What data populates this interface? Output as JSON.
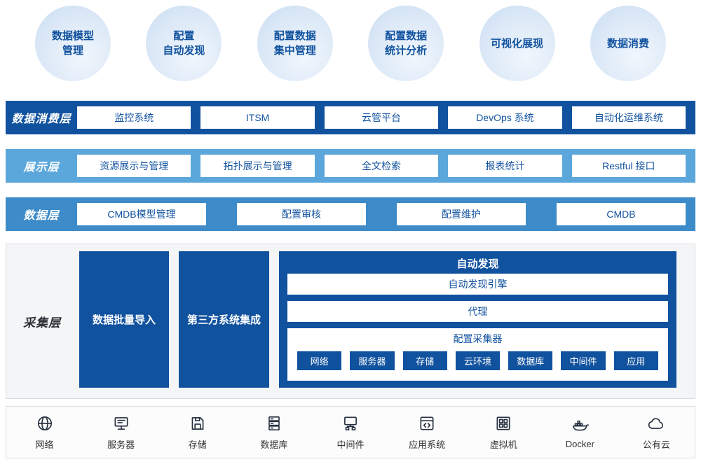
{
  "colors": {
    "dark_blue": "#11529F",
    "light_blue": "#5BA7DB",
    "mid_blue": "#3D8BC8",
    "panel_bg": "#F4F5F7",
    "panel_border": "#D8DBE0",
    "bubble_fill": "#D6E5F6",
    "bubble_text": "#11529F",
    "icon_color": "#252F3E"
  },
  "bubbles": [
    {
      "line1": "数据模型",
      "line2": "管理"
    },
    {
      "line1": "配置",
      "line2": "自动发现"
    },
    {
      "line1": "配置数据",
      "line2": "集中管理"
    },
    {
      "line1": "配置数据",
      "line2": "统计分析"
    },
    {
      "line1": "可视化展现",
      "line2": ""
    },
    {
      "line1": "数据消费",
      "line2": ""
    }
  ],
  "layers": [
    {
      "name": "数据消费层",
      "items": [
        "监控系统",
        "ITSM",
        "云管平台",
        "DevOps 系统",
        "自动化运维系统"
      ]
    },
    {
      "name": "展示层",
      "items": [
        "资源展示与管理",
        "拓扑展示与管理",
        "全文检索",
        "报表统计",
        "Restful 接口"
      ]
    },
    {
      "name": "数据层",
      "items": [
        "CMDB模型管理",
        "配置审核",
        "配置维护",
        "CMDB"
      ]
    }
  ],
  "collection": {
    "name": "采集层",
    "blocks": [
      "数据批量导入",
      "第三方系统集成"
    ],
    "discovery": {
      "title": "自动发现",
      "rows": [
        "自动发现引擎",
        "代理"
      ],
      "collector": {
        "title": "配置采集器",
        "items": [
          "网络",
          "服务器",
          "存储",
          "云环境",
          "数据库",
          "中间件",
          "应用"
        ]
      }
    }
  },
  "bottom": {
    "items": [
      {
        "icon": "network-icon",
        "label": "网络"
      },
      {
        "icon": "server-icon",
        "label": "服务器"
      },
      {
        "icon": "storage-icon",
        "label": "存储"
      },
      {
        "icon": "database-icon",
        "label": "数据库"
      },
      {
        "icon": "middleware-icon",
        "label": "中间件"
      },
      {
        "icon": "app-system-icon",
        "label": "应用系统"
      },
      {
        "icon": "vm-icon",
        "label": "虚拟机"
      },
      {
        "icon": "docker-icon",
        "label": "Docker"
      },
      {
        "icon": "cloud-icon",
        "label": "公有云"
      }
    ]
  }
}
